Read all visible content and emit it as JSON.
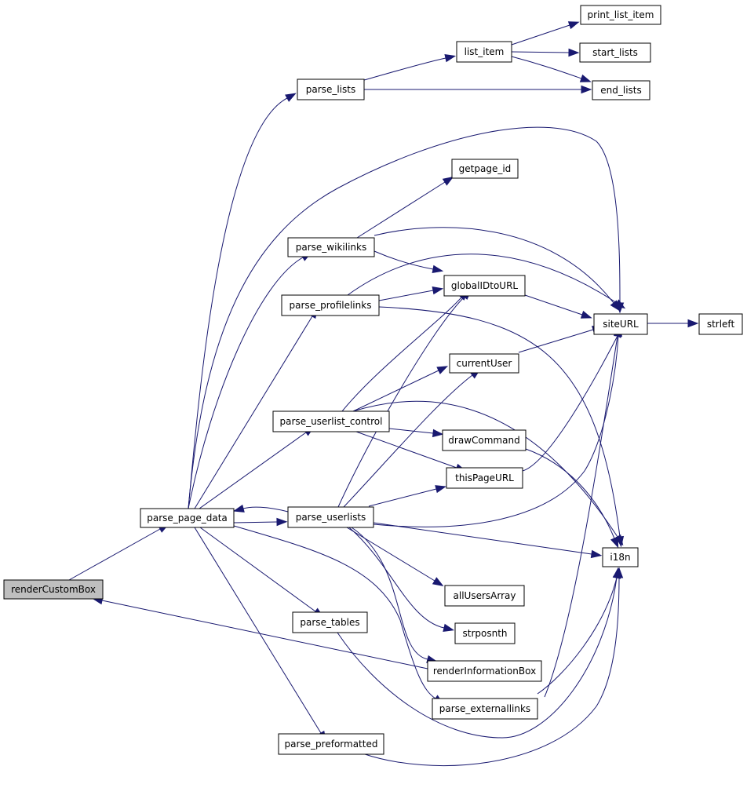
{
  "graph": {
    "root": "renderCustomBox",
    "nodes": [
      {
        "id": "renderCustomBox",
        "label": "renderCustomBox"
      },
      {
        "id": "parse_page_data",
        "label": "parse_page_data"
      },
      {
        "id": "parse_lists",
        "label": "parse_lists"
      },
      {
        "id": "list_item",
        "label": "list_item"
      },
      {
        "id": "print_list_item",
        "label": "print_list_item"
      },
      {
        "id": "start_lists",
        "label": "start_lists"
      },
      {
        "id": "end_lists",
        "label": "end_lists"
      },
      {
        "id": "getpage_id",
        "label": "getpage_id"
      },
      {
        "id": "parse_wikilinks",
        "label": "parse_wikilinks"
      },
      {
        "id": "globalIDtoURL",
        "label": "globalIDtoURL"
      },
      {
        "id": "parse_profilelinks",
        "label": "parse_profilelinks"
      },
      {
        "id": "siteURL",
        "label": "siteURL"
      },
      {
        "id": "strleft",
        "label": "strleft"
      },
      {
        "id": "currentUser",
        "label": "currentUser"
      },
      {
        "id": "parse_userlist_control",
        "label": "parse_userlist_control"
      },
      {
        "id": "drawCommand",
        "label": "drawCommand"
      },
      {
        "id": "thisPageURL",
        "label": "thisPageURL"
      },
      {
        "id": "parse_userlists",
        "label": "parse_userlists"
      },
      {
        "id": "i18n",
        "label": "i18n"
      },
      {
        "id": "allUsersArray",
        "label": "allUsersArray"
      },
      {
        "id": "strposnth",
        "label": "strposnth"
      },
      {
        "id": "parse_tables",
        "label": "parse_tables"
      },
      {
        "id": "renderInformationBox",
        "label": "renderInformationBox"
      },
      {
        "id": "parse_externallinks",
        "label": "parse_externallinks"
      },
      {
        "id": "parse_preformatted",
        "label": "parse_preformatted"
      }
    ],
    "edges": [
      {
        "from": "renderCustomBox",
        "to": "parse_page_data"
      },
      {
        "from": "parse_page_data",
        "to": "parse_lists"
      },
      {
        "from": "parse_lists",
        "to": "list_item"
      },
      {
        "from": "parse_lists",
        "to": "end_lists"
      },
      {
        "from": "list_item",
        "to": "print_list_item"
      },
      {
        "from": "list_item",
        "to": "start_lists"
      },
      {
        "from": "list_item",
        "to": "end_lists"
      },
      {
        "from": "parse_page_data",
        "to": "siteURL"
      },
      {
        "from": "parse_page_data",
        "to": "parse_wikilinks"
      },
      {
        "from": "parse_wikilinks",
        "to": "getpage_id"
      },
      {
        "from": "parse_wikilinks",
        "to": "siteURL"
      },
      {
        "from": "parse_wikilinks",
        "to": "globalIDtoURL"
      },
      {
        "from": "parse_page_data",
        "to": "parse_profilelinks"
      },
      {
        "from": "parse_profilelinks",
        "to": "globalIDtoURL"
      },
      {
        "from": "parse_profilelinks",
        "to": "siteURL"
      },
      {
        "from": "parse_profilelinks",
        "to": "i18n"
      },
      {
        "from": "globalIDtoURL",
        "to": "siteURL"
      },
      {
        "from": "siteURL",
        "to": "strleft"
      },
      {
        "from": "parse_page_data",
        "to": "parse_userlist_control"
      },
      {
        "from": "parse_userlist_control",
        "to": "globalIDtoURL"
      },
      {
        "from": "parse_userlist_control",
        "to": "currentUser"
      },
      {
        "from": "parse_userlist_control",
        "to": "drawCommand"
      },
      {
        "from": "parse_userlist_control",
        "to": "thisPageURL"
      },
      {
        "from": "parse_userlist_control",
        "to": "i18n"
      },
      {
        "from": "currentUser",
        "to": "siteURL"
      },
      {
        "from": "drawCommand",
        "to": "i18n"
      },
      {
        "from": "thisPageURL",
        "to": "siteURL"
      },
      {
        "from": "parse_page_data",
        "to": "parse_userlists"
      },
      {
        "from": "parse_userlists",
        "to": "parse_page_data"
      },
      {
        "from": "parse_userlists",
        "to": "globalIDtoURL"
      },
      {
        "from": "parse_userlists",
        "to": "currentUser"
      },
      {
        "from": "parse_userlists",
        "to": "thisPageURL"
      },
      {
        "from": "parse_userlists",
        "to": "siteURL"
      },
      {
        "from": "parse_userlists",
        "to": "i18n"
      },
      {
        "from": "parse_userlists",
        "to": "allUsersArray"
      },
      {
        "from": "parse_userlists",
        "to": "strposnth"
      },
      {
        "from": "parse_userlists",
        "to": "renderInformationBox"
      },
      {
        "from": "parse_page_data",
        "to": "parse_tables"
      },
      {
        "from": "parse_tables",
        "to": "i18n"
      },
      {
        "from": "parse_page_data",
        "to": "parse_externallinks"
      },
      {
        "from": "parse_externallinks",
        "to": "siteURL"
      },
      {
        "from": "parse_externallinks",
        "to": "i18n"
      },
      {
        "from": "parse_page_data",
        "to": "parse_preformatted"
      },
      {
        "from": "parse_preformatted",
        "to": "i18n"
      },
      {
        "from": "renderInformationBox",
        "to": "renderCustomBox"
      }
    ]
  }
}
